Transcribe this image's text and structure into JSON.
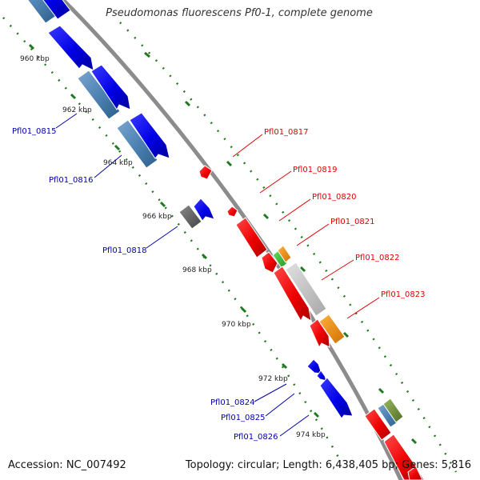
{
  "title": "Pseudomonas fluorescens Pf0-1, complete genome",
  "footer": {
    "accession": "Accession: NC_007492",
    "topology": "Topology: circular; Length: 6,438,405 bp; Genes: 5,816"
  },
  "colors": {
    "backbone": "#8c8c8c",
    "tick": "#1f7a1f",
    "forward_cds": "#0000ee",
    "forward_cds_light": "#4f86b8",
    "reverse_cds": "#ee1111",
    "gray_cds": "#666666",
    "light_gray_cds": "#c6c6c6",
    "orange_cds": "#f08c00",
    "green_cds": "#33bb33",
    "olive_cds": "#6f8f3a",
    "blue_label": "#0000aa",
    "red_label": "#dd0000"
  },
  "kbp_labels": [
    "960 kbp",
    "962 kbp",
    "964 kbp",
    "966 kbp",
    "968 kbp",
    "970 kbp",
    "972 kbp",
    "974 kbp"
  ],
  "gene_labels": [
    {
      "name": "Pfl01_0815",
      "strand": "forward"
    },
    {
      "name": "Pfl01_0816",
      "strand": "forward"
    },
    {
      "name": "Pfl01_0817",
      "strand": "reverse"
    },
    {
      "name": "Pfl01_0818",
      "strand": "forward"
    },
    {
      "name": "Pfl01_0819",
      "strand": "reverse"
    },
    {
      "name": "Pfl01_0820",
      "strand": "reverse"
    },
    {
      "name": "Pfl01_0821",
      "strand": "reverse"
    },
    {
      "name": "Pfl01_0822",
      "strand": "reverse"
    },
    {
      "name": "Pfl01_0823",
      "strand": "reverse"
    },
    {
      "name": "Pfl01_0824",
      "strand": "forward"
    },
    {
      "name": "Pfl01_0825",
      "strand": "forward"
    },
    {
      "name": "Pfl01_0826",
      "strand": "forward"
    }
  ]
}
